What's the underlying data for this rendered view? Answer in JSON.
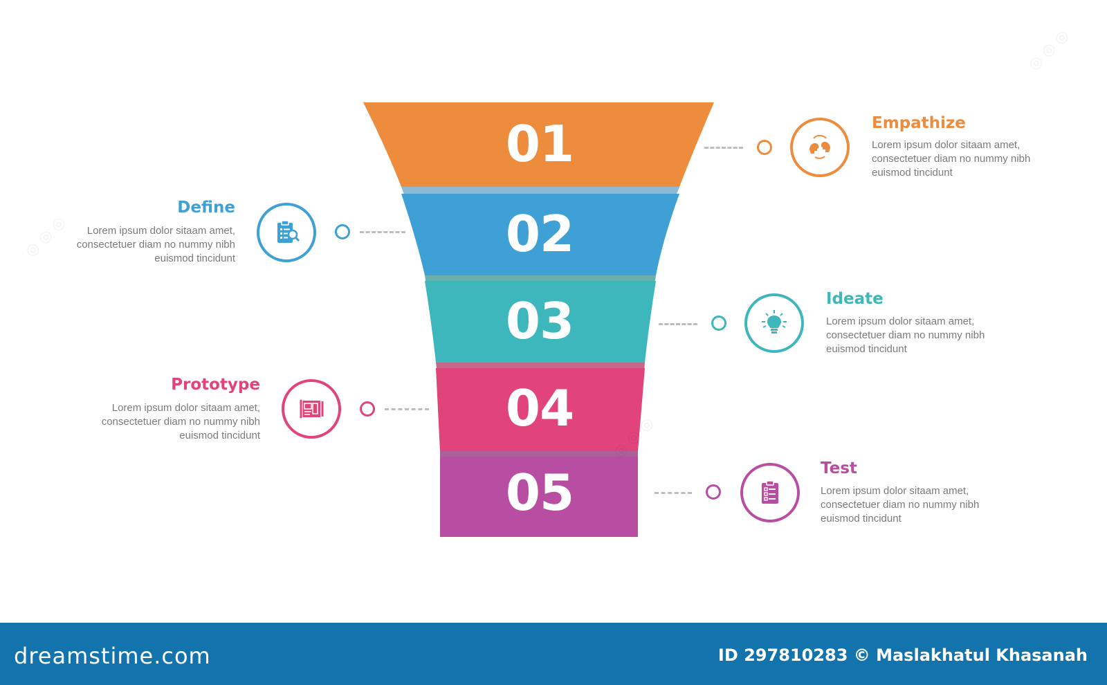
{
  "funnel": {
    "layers": [
      {
        "number": "01",
        "color": "#ee8c3e"
      },
      {
        "number": "02",
        "color": "#3fa0d5"
      },
      {
        "number": "03",
        "color": "#3db6bc"
      },
      {
        "number": "04",
        "color": "#e0447a"
      },
      {
        "number": "05",
        "color": "#b84ea2"
      }
    ]
  },
  "steps": [
    {
      "title": "Empathize",
      "desc": "Lorem ipsum dolor sitaam amet, consectetuer diam no nummy nibh euismod tincidunt",
      "color": "#ee8c3e",
      "icon": "two-heads-exchange-icon"
    },
    {
      "title": "Define",
      "desc": "Lorem ipsum dolor sitaam amet, consectetuer diam no nummy nibh euismod tincidunt",
      "color": "#3fa0d5",
      "icon": "clipboard-search-icon"
    },
    {
      "title": "Ideate",
      "desc": "Lorem ipsum dolor sitaam amet, consectetuer diam no nummy nibh euismod tincidunt",
      "color": "#3db6bc",
      "icon": "lightbulb-icon"
    },
    {
      "title": "Prototype",
      "desc": "Lorem ipsum dolor sitaam amet, consectetuer diam no nummy nibh euismod tincidunt",
      "color": "#e0447a",
      "icon": "blueprint-icon"
    },
    {
      "title": "Test",
      "desc": "Lorem ipsum dolor sitaam amet, consectetuer diam no nummy nibh euismod tincidunt",
      "color": "#b84ea2",
      "icon": "checklist-icon"
    }
  ],
  "footer": {
    "brand": "dreamstime.com",
    "credit": "ID 297810283 © Maslakhatul Khasanah",
    "background": "#1373ac"
  }
}
